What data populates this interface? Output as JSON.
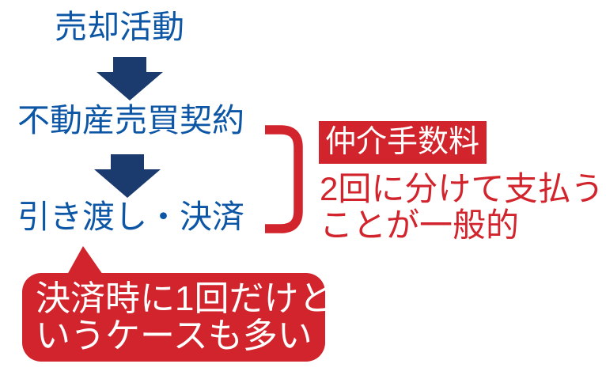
{
  "colors": {
    "background": "#ffffff",
    "flow_text_blue": "#0c56a5",
    "arrow_navy": "#1b3a6d",
    "accent_red": "#d2242c",
    "bubble_text_white": "#ffffff"
  },
  "flow": {
    "steps": [
      {
        "label": "売却活動"
      },
      {
        "label": "不動産売買契約"
      },
      {
        "label": "引き渡し・決済"
      }
    ]
  },
  "fee_annotation": {
    "badge_label": "仲介手数料",
    "note_lines": [
      "2回に分けて支払う",
      "ことが一般的"
    ]
  },
  "settlement_bubble": {
    "lines": [
      "決済時に1回だけと",
      "いうケースも多い"
    ]
  }
}
